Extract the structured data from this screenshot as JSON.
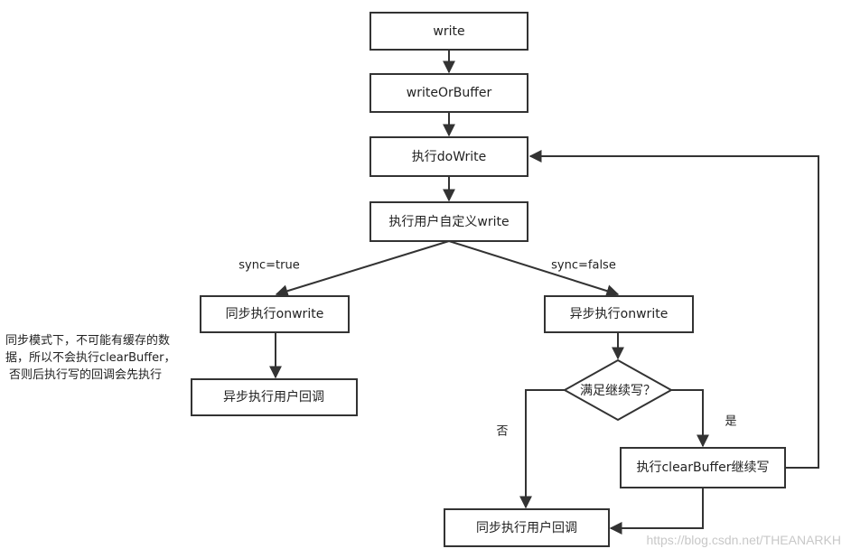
{
  "nodes": {
    "write": "write",
    "writeOrBuffer": "writeOrBuffer",
    "doWrite": "执行doWrite",
    "userWrite": "执行用户自定义write",
    "syncOnwrite": "同步执行onwrite",
    "asyncOnwrite": "异步执行onwrite",
    "asyncCallback": "异步执行用户回调",
    "decision": "满足继续写？",
    "clearBuffer": "执行clearBuffer继续写",
    "syncCallback": "同步执行用户回调"
  },
  "edge_labels": {
    "syncTrue": "sync=true",
    "syncFalse": "sync=false",
    "no": "否",
    "yes": "是"
  },
  "note": {
    "line1": "同步模式下，不可能有缓存的数",
    "line2": "据，所以不会执行clearBuffer，",
    "line3": "否则后执行写的回调会先执行"
  },
  "watermark": "https://blog.csdn.net/THEANARKH"
}
